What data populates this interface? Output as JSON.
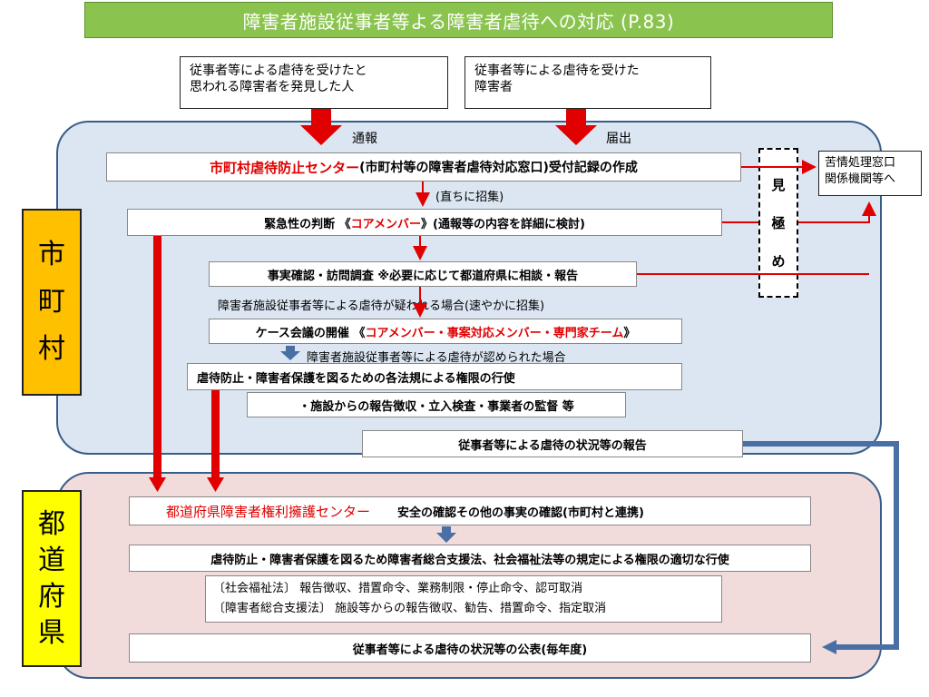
{
  "title": "障害者施設従事者等よる障害者虐待への対応 (P.83)",
  "reporters": {
    "discoverer": [
      "従事者等による虐待を受けたと",
      "思われる障害者を発見した人"
    ],
    "victim": [
      "従事者等による虐待を受けた",
      "障害者"
    ]
  },
  "flow_labels": {
    "report": "通報",
    "notify": "届出",
    "immediate": "(直ちに招集)"
  },
  "city": {
    "label": [
      "市",
      "町",
      "村"
    ],
    "reception": {
      "red": "市町村虐待防止センター",
      "rest": "(市町村等の障害者虐待対応窓口)受付記録の作成"
    },
    "urgency": {
      "pre": "緊急性の判断 《",
      "red": "コアメンバー",
      "post": "》(通報等の内容を詳細に検討)"
    },
    "investigation": "事実確認・訪問調査  ※必要に応じて都道府県に相談・報告",
    "suspected_note": "障害者施設従事者等による虐待が疑われる場合(速やかに招集)",
    "case_meeting": {
      "pre": "ケース会議の開催 《",
      "red": "コアメンバー・事案対応メンバー・専門家チーム",
      "post": "》"
    },
    "confirmed_note": "障害者施設従事者等による虐待が認められた場合",
    "authority": "虐待防止・障害者保護を図るための各法規による権限の行使",
    "authority_detail": "・施設からの報告徴収・立入検査・事業者の監督 等",
    "status_report": "従事者等による虐待の状況等の報告"
  },
  "mikiwame": [
    "見",
    "極",
    "め"
  ],
  "complaints": [
    "苦情処理窓口",
    "関係機関等へ"
  ],
  "prefecture": {
    "label": [
      "都",
      "道",
      "府",
      "県"
    ],
    "center": {
      "red": "都道府県障害者権利擁護センター",
      "rest": "安全の確認その他の事実の確認(市町村と連携)"
    },
    "authority": "虐待防止・障害者保護を図るため障害者総合支援法、社会福祉法等の規定による権限の適切な行使",
    "law_detail": [
      "〔社会福祉法〕 報告徴収、措置命令、業務制限・停止命令、認可取消",
      "〔障害者総合支援法〕 施設等からの報告徴収、勧告、措置命令、指定取消"
    ],
    "publication": "従事者等による虐待の状況等の公表(毎年度)"
  },
  "colors": {
    "title_bg": "#8ac44f",
    "city_panel": "#dce6f2",
    "pref_panel": "#f2dcdb",
    "city_label": "#ffc000",
    "pref_label": "#ffff00",
    "arrow_red": "#e00000",
    "arrow_blue": "#4a6fa5"
  }
}
